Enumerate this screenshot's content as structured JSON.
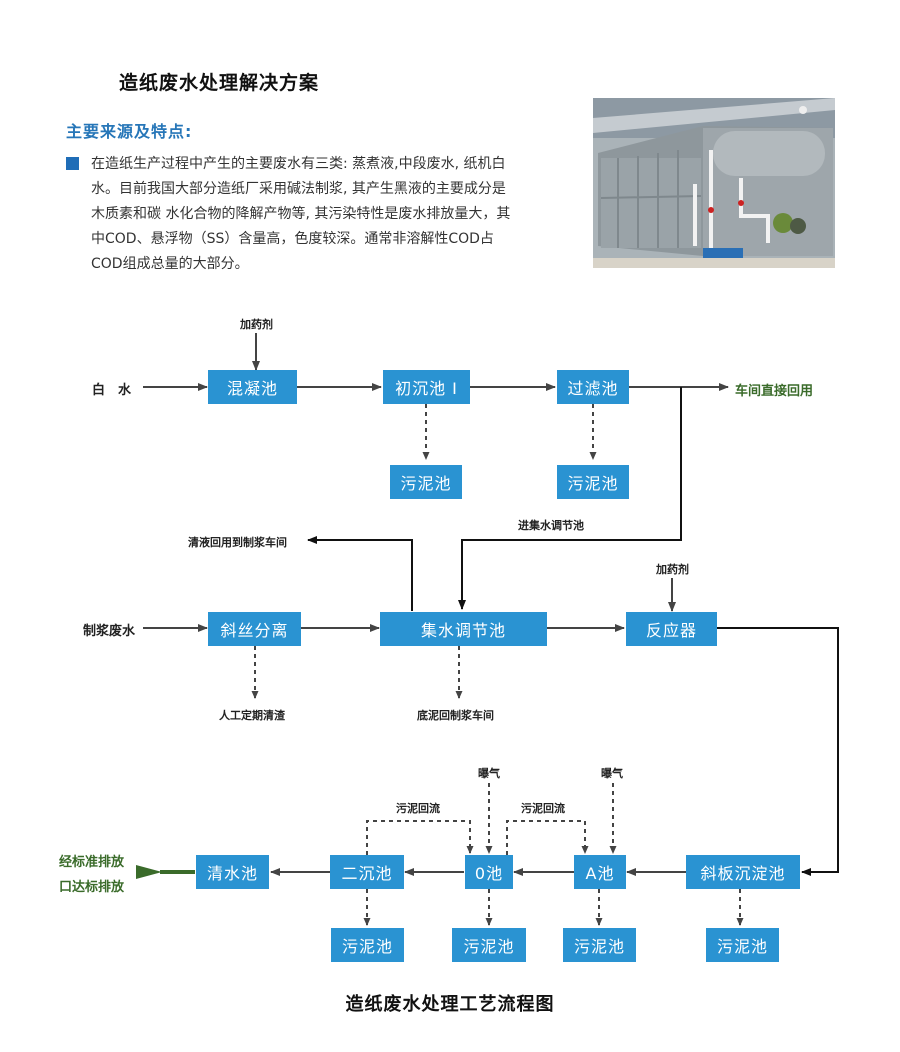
{
  "header": {
    "title": "造纸废水处理解决方案",
    "subtitle": "主要来源及特点:"
  },
  "intro": {
    "lines": [
      "在造纸生产过程中产生的主要废水有三类: 蒸煮液,中段废水, 纸机白",
      "水。目前我国大部分造纸厂采用碱法制浆, 其产生黑液的主要成分是",
      "木质素和碳 水化合物的降解产物等, 其污染特性是废水排放量大，其",
      "中COD、悬浮物（SS）含量高，色度较深。通常非溶解性COD占",
      "COD组成总量的大部分。"
    ]
  },
  "photo": {
    "alt": "气浮机设备照片"
  },
  "colors": {
    "box": "#2a93d2",
    "accent_green": "#3a6b2a",
    "subtitle_blue": "#2676b8"
  },
  "diagram": {
    "row1": {
      "input": "白　水",
      "dosing": "加药剂",
      "boxes": [
        "混凝池",
        "初沉池 I",
        "过滤池"
      ],
      "sludge": [
        "污泥池",
        "污泥池"
      ],
      "output": "车间直接回用",
      "branch_label": "进集水调节池"
    },
    "row2": {
      "input": "制浆废水",
      "boxes": [
        "斜丝分离",
        "集水调节池",
        "反应器"
      ],
      "dosing": "加药剂",
      "recycle_label": "清液回用到制浆车间",
      "below": [
        "人工定期清渣",
        "底泥回制浆车间"
      ]
    },
    "row3": {
      "boxes": [
        "清水池",
        "二沉池",
        "0池",
        "A池",
        "斜板沉淀池"
      ],
      "sludge": [
        "污泥池",
        "污泥池",
        "污泥池",
        "污泥池"
      ],
      "aeration": [
        "曝气",
        "曝气"
      ],
      "return_flow": [
        "污泥回流",
        "污泥回流"
      ],
      "output_lines": [
        "经标准排放",
        "口达标排放"
      ]
    }
  },
  "caption": "造纸废水处理工艺流程图"
}
